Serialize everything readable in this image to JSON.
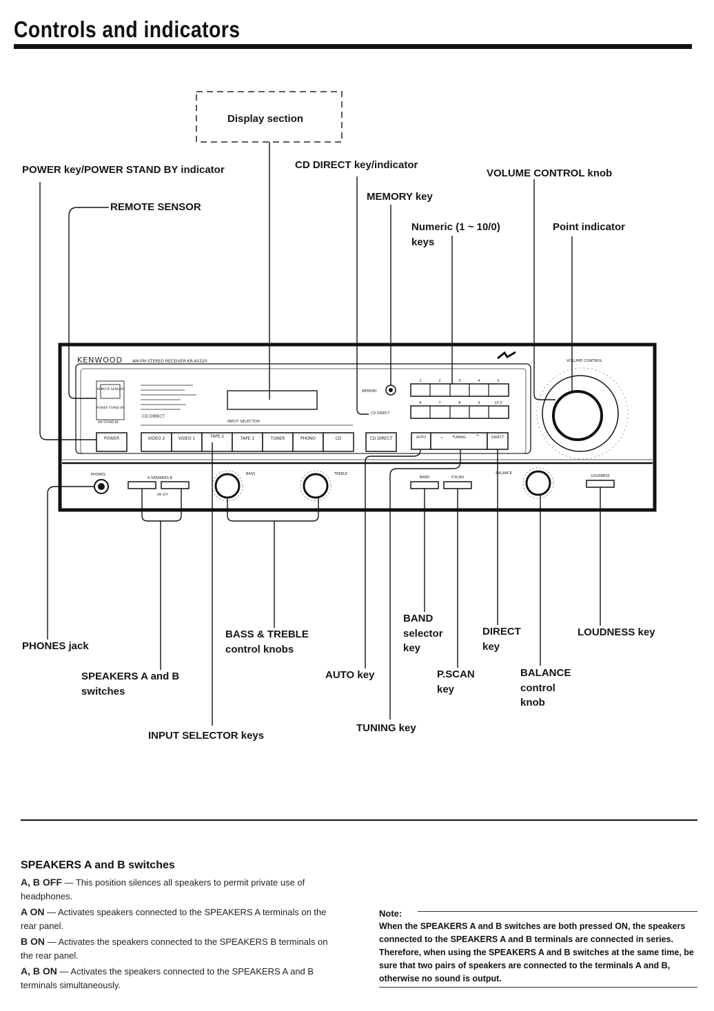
{
  "page": {
    "title": "Controls and indicators"
  },
  "labels": {
    "display_section": "Display section",
    "power": "POWER key/POWER STAND BY indicator",
    "remote_sensor": "REMOTE SENSOR",
    "cd_direct": "CD DIRECT key/indicator",
    "volume": "VOLUME CONTROL knob",
    "memory": "MEMORY key",
    "numeric_line1": "Numeric (1 ~ 10/0)",
    "numeric_line2": "keys",
    "point": "Point indicator",
    "phones": "PHONES jack",
    "bass_treble_line1": "BASS & TREBLE",
    "bass_treble_line2": "control knobs",
    "band_line1": "BAND",
    "band_line2": "selector",
    "band_line3": "key",
    "direct_line1": "DIRECT",
    "direct_line2": "key",
    "loudness": "LOUDNESS key",
    "speakers_line1": "SPEAKERS A and B",
    "speakers_line2": "switches",
    "auto": "AUTO key",
    "pscan_line1": "P.SCAN",
    "pscan_line2": "key",
    "balance_line1": "BALANCE",
    "balance_line2": "control",
    "balance_line3": "knob",
    "tuning": "TUNING key",
    "input_selector": "INPUT SELECTOR keys"
  },
  "panel": {
    "brand": "KENWOOD",
    "model": "AM-FM STEREO RECEIVER KR-A5520",
    "remote_sensor": "REMOTE SENSOR",
    "power_standby": "POWER STAND BY",
    "on_standby": "ON STAND BY",
    "input_selector": "INPUT SELECTOR",
    "memory": "MEMORY",
    "cd_direct_ind": "CD DIRECT",
    "volume_control": "VOLUME CONTROL",
    "phones": "PHONES",
    "speakers": "A  SPEAKERS  B",
    "speakers_onoff": "ON OFF",
    "bass": "BASS",
    "treble": "TREBLE",
    "balance": "BALANCE",
    "loudness": "LOUDNESS",
    "band": "BAND",
    "pscan": "P.SCAN",
    "buttons": {
      "power": "POWER",
      "video2": "VIDEO 2",
      "video1": "VIDEO 1",
      "tape2": "TAPE 2",
      "tape1": "TAPE 1",
      "tuner": "TUNER",
      "phono": "PHONO",
      "cd": "CD",
      "cd_direct": "CD DIRECT",
      "auto": "AUTO",
      "tuning": "TUNING",
      "direct": "DIRECT"
    },
    "numeric_top": [
      "1",
      "2",
      "3",
      "4",
      "5"
    ],
    "numeric_bottom": [
      "6",
      "7",
      "8",
      "9",
      "10 0"
    ]
  },
  "speakers_section": {
    "heading": "SPEAKERS A and B switches",
    "items": [
      {
        "term": "A, B OFF",
        "text": "This position silences all speakers to permit private use of headphones."
      },
      {
        "term": "A ON",
        "text": "Activates speakers connected to the SPEAKERS A terminals on the rear panel."
      },
      {
        "term": "B ON",
        "text": "Activates the speakers connected to the SPEAKERS B terminals on the rear panel."
      },
      {
        "term": "A, B ON",
        "text": "Activates the speakers connected to the SPEAKERS A and B terminals simultaneously."
      }
    ]
  },
  "note": {
    "head": "Note:",
    "text": "When the SPEAKERS A and B switches are both pressed ON, the speakers connected to the SPEAKERS A and B terminals are connected in series. Therefore, when using the SPEAKERS A and B switches at the same time, be sure that two pairs of speakers are connected to the terminals A and B, otherwise no sound is output."
  }
}
